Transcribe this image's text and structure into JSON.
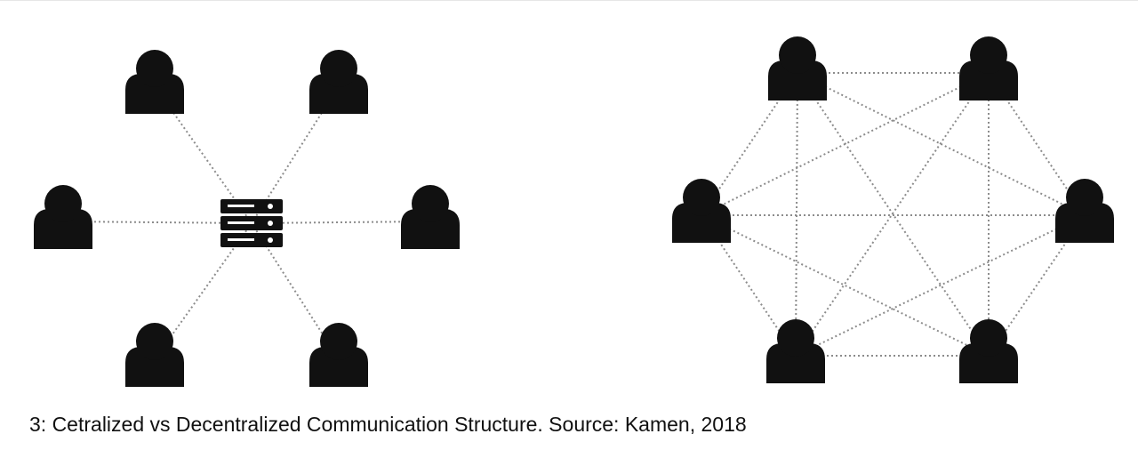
{
  "caption": "3: Cetralized vs Decentralized Communication Structure. Source: Kamen, 2018",
  "colors": {
    "icon": "#111111",
    "link": "#8c8c8c",
    "server_detail": "#ffffff",
    "background": "#ffffff"
  },
  "diagrams": [
    {
      "id": "centralized",
      "hub_icon": "server-icon",
      "node_icon": "user-icon",
      "node_count": 6,
      "topology": "star"
    },
    {
      "id": "decentralized",
      "node_icon": "user-icon",
      "node_count": 6,
      "topology": "complete-mesh"
    }
  ]
}
